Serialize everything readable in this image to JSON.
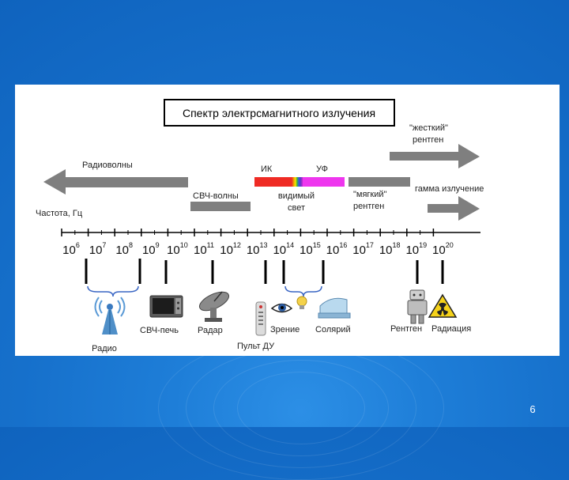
{
  "title": "Спектр электрсмагнитного излучения",
  "labels": {
    "radio_waves": "Радиоволны",
    "microwaves": "СВЧ-волны",
    "ir": "ИК",
    "uv": "УФ",
    "visible": [
      "видимый",
      "свет"
    ],
    "hard_xray": [
      "\"жесткий\"",
      "рентген"
    ],
    "soft_xray": [
      "\"мягкий\"",
      "рентген"
    ],
    "gamma": "гамма излучение",
    "frequency_axis": "Частота, Гц"
  },
  "axis_ticks": [
    {
      "base": "10",
      "exp": "6"
    },
    {
      "base": "10",
      "exp": "7"
    },
    {
      "base": "10",
      "exp": "8"
    },
    {
      "base": "10",
      "exp": "9"
    },
    {
      "base": "10",
      "exp": "10"
    },
    {
      "base": "10",
      "exp": "11"
    },
    {
      "base": "10",
      "exp": "12"
    },
    {
      "base": "10",
      "exp": "13"
    },
    {
      "base": "10",
      "exp": "14"
    },
    {
      "base": "10",
      "exp": "15"
    },
    {
      "base": "10",
      "exp": "16"
    },
    {
      "base": "10",
      "exp": "17"
    },
    {
      "base": "10",
      "exp": "18"
    },
    {
      "base": "10",
      "exp": "19"
    },
    {
      "base": "10",
      "exp": "20"
    }
  ],
  "applications": {
    "radio": "Радио",
    "microwave_oven": "СВЧ-печь",
    "radar": "Радар",
    "remote": "Пульт ДУ",
    "vision": "Зрение",
    "solarium": "Солярий",
    "xray": "Рентген",
    "radiation": "Радиация"
  },
  "page_number": "6",
  "icons": [
    "radio-tower-icon",
    "microwave-oven-icon",
    "radar-dish-icon",
    "remote-control-icon",
    "eye-icon",
    "light-bulb-icon",
    "solarium-icon",
    "xray-robot-icon",
    "radiation-icon"
  ]
}
